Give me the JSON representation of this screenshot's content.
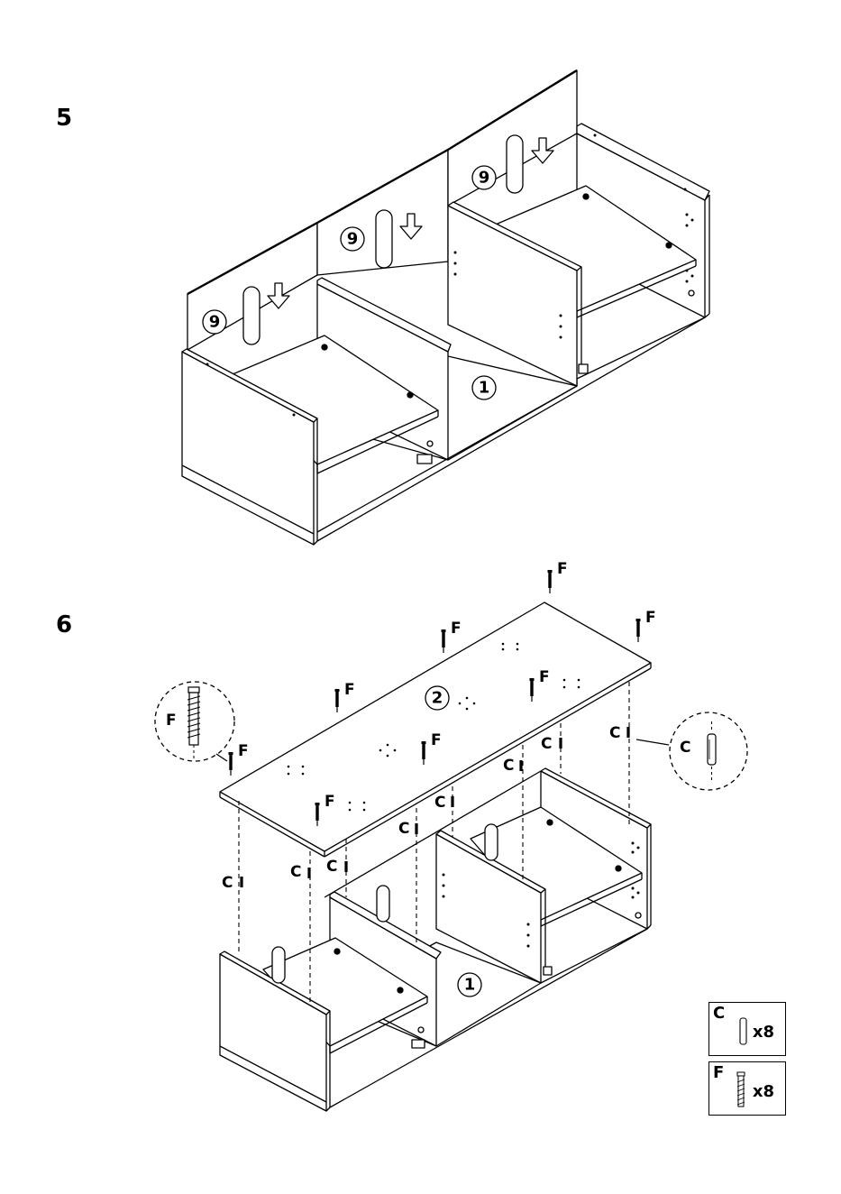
{
  "steps": [
    {
      "number": "5",
      "part_labels": [
        "9",
        "9",
        "9",
        "1"
      ]
    },
    {
      "number": "6",
      "part_labels": [
        "2",
        "1"
      ]
    }
  ],
  "hardware": {
    "dowel": {
      "letter": "C"
    },
    "screw": {
      "letter": "F"
    }
  },
  "legend": [
    {
      "letter": "C",
      "qty": "x8",
      "icon": "dowel-icon"
    },
    {
      "letter": "F",
      "qty": "x8",
      "icon": "screw-icon"
    }
  ],
  "icons": {
    "insert_arrow": "down-arrow-icon",
    "detail_dowel": "dowel-icon",
    "detail_screw": "screw-icon"
  }
}
